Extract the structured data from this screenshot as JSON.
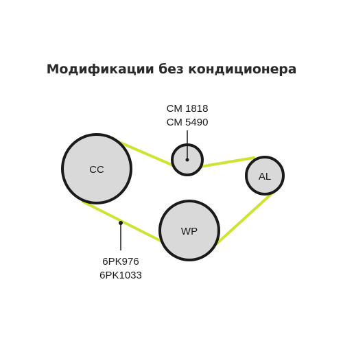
{
  "title": "Модификации без кондиционера",
  "pulleys": {
    "cc": {
      "label": "CC"
    },
    "tensioner": {
      "label": ""
    },
    "al": {
      "label": "AL"
    },
    "wp": {
      "label": "WP"
    }
  },
  "callouts": {
    "tensioner": {
      "line1": "CM 1818",
      "line2": "CM 5490"
    },
    "belt": {
      "line1": "6PK976",
      "line2": "6PK1033"
    }
  },
  "colors": {
    "belt": "#cfe332",
    "pulley_fill": "#d9d9d9",
    "pulley_stroke": "#1a1a1a",
    "title": "#2a2a2a"
  }
}
